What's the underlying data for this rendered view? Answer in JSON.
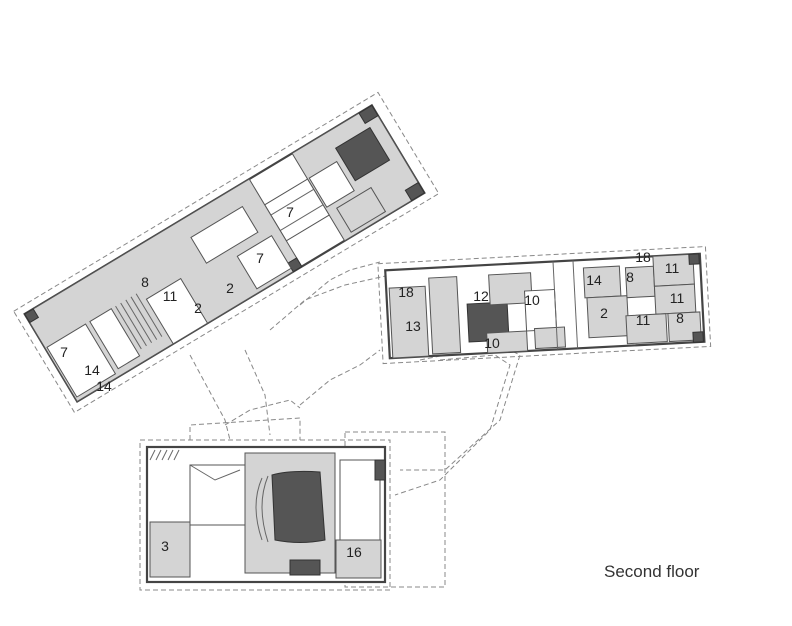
{
  "caption": "Second floor",
  "upper_wing": {
    "labels": [
      "7",
      "7",
      "8",
      "2",
      "2",
      "11",
      "7",
      "14",
      "14"
    ]
  },
  "right_wing": {
    "labels": [
      "18",
      "13",
      "12",
      "10",
      "10",
      "14",
      "8",
      "18",
      "11",
      "11",
      "2",
      "11",
      "8"
    ]
  },
  "lower_wing": {
    "labels": [
      "3",
      "16"
    ]
  }
}
